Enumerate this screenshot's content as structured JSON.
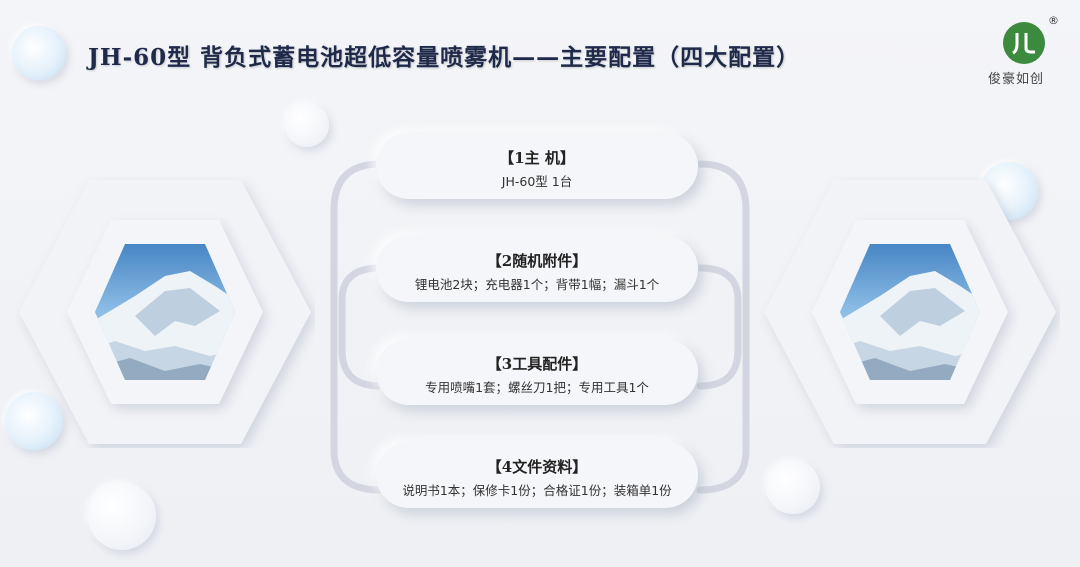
{
  "title": "JH-60型  背负式蓄电池超低容量喷雾机——主要配置（四大配置）",
  "logo": {
    "mark": "JL",
    "registered": "®",
    "name": "俊豪如创"
  },
  "items": [
    {
      "title": "【1主  机】",
      "desc": "JH-60型 1台"
    },
    {
      "title": "【2随机附件】",
      "desc": "锂电池2块；充电器1个；背带1幅；漏斗1个"
    },
    {
      "title": "【3工具配件】",
      "desc": "专用喷嘴1套；螺丝刀1把；专用工具1个"
    },
    {
      "title": "【4文件资料】",
      "desc": "说明书1本；保修卡1份；合格证1份；装箱单1份"
    }
  ],
  "images": [
    {
      "semantic": "snowy-mountain-photo",
      "sky": "#4f8fc8"
    },
    {
      "semantic": "snowy-mountain-photo",
      "sky": "#4f8fc8"
    }
  ],
  "colors": {
    "title": "#1f2a4a",
    "logo_green": "#3c8a3e",
    "connector": "#d3d6e0",
    "bubble_blue": "#bfdaf0"
  }
}
